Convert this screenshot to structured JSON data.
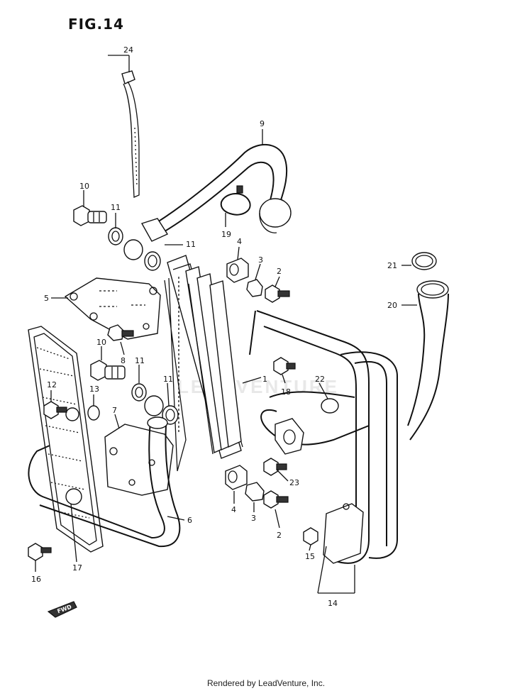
{
  "figure": {
    "title": "FIG.14",
    "footer": "Rendered by LeadVenture, Inc.",
    "watermark": "LEADVENTURE",
    "direction_marker": "FWD"
  },
  "callouts": [
    {
      "id": "c1",
      "number": "1"
    },
    {
      "id": "c2a",
      "number": "2"
    },
    {
      "id": "c2b",
      "number": "2"
    },
    {
      "id": "c3a",
      "number": "3"
    },
    {
      "id": "c3b",
      "number": "3"
    },
    {
      "id": "c4a",
      "number": "4"
    },
    {
      "id": "c4b",
      "number": "4"
    },
    {
      "id": "c5",
      "number": "5"
    },
    {
      "id": "c6",
      "number": "6"
    },
    {
      "id": "c7",
      "number": "7"
    },
    {
      "id": "c8",
      "number": "8"
    },
    {
      "id": "c9",
      "number": "9"
    },
    {
      "id": "c10a",
      "number": "10"
    },
    {
      "id": "c10b",
      "number": "10"
    },
    {
      "id": "c11a",
      "number": "11"
    },
    {
      "id": "c11b",
      "number": "11"
    },
    {
      "id": "c11c",
      "number": "11"
    },
    {
      "id": "c11d",
      "number": "11"
    },
    {
      "id": "c12",
      "number": "12"
    },
    {
      "id": "c13",
      "number": "13"
    },
    {
      "id": "c14",
      "number": "14"
    },
    {
      "id": "c15",
      "number": "15"
    },
    {
      "id": "c16",
      "number": "16"
    },
    {
      "id": "c17",
      "number": "17"
    },
    {
      "id": "c18",
      "number": "18"
    },
    {
      "id": "c19",
      "number": "19"
    },
    {
      "id": "c20",
      "number": "20"
    },
    {
      "id": "c21",
      "number": "21"
    },
    {
      "id": "c22",
      "number": "22"
    },
    {
      "id": "c23",
      "number": "23"
    },
    {
      "id": "c24",
      "number": "24"
    }
  ]
}
